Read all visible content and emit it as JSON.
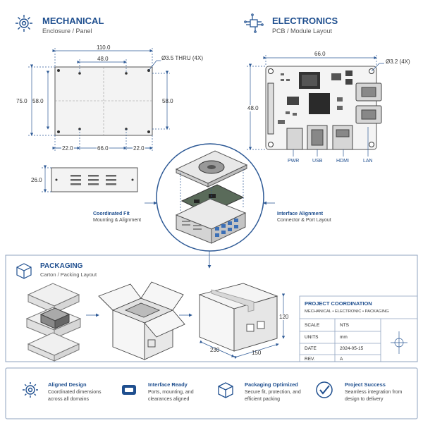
{
  "mechanical": {
    "title": "MECHANICAL",
    "subtitle": "Enclosure / Panel",
    "dims": {
      "width": "110.0",
      "hole_span": "48.0",
      "hole_note": "Ø3.5 THRU (4X)",
      "height": "75.0",
      "hole_height_left": "58.0",
      "hole_height_right": "58.0",
      "left_offset": "22.0",
      "center_span": "66.0",
      "right_offset": "22.0",
      "side_height": "26.0"
    }
  },
  "electronics": {
    "title": "ELECTRONICS",
    "subtitle": "PCB / Module Layout",
    "dims": {
      "width": "66.0",
      "hole_note": "Ø3.2 (4X)",
      "height": "48.0"
    },
    "ports": [
      "PWR",
      "USB",
      "HDMI",
      "LAN"
    ]
  },
  "callouts": {
    "fit_title": "Coordinated Fit",
    "fit_desc": "Mounting & Alignment",
    "iface_title": "Interface Alignment",
    "iface_desc": "Connector & Port Layout"
  },
  "packaging": {
    "title": "PACKAGING",
    "subtitle": "Carton / Packing Layout",
    "dims": {
      "height": "120",
      "length": "230",
      "width": "150"
    }
  },
  "title_block": {
    "heading": "PROJECT COORDINATION",
    "disciplines": "MECHANICAL • ELECTRONIC • PACKAGING",
    "rows": [
      {
        "label": "SCALE",
        "value": "NTS"
      },
      {
        "label": "UNITS",
        "value": "mm"
      },
      {
        "label": "DATE",
        "value": "2024-05-15"
      },
      {
        "label": "REV.",
        "value": "A"
      }
    ]
  },
  "footer": [
    {
      "icon": "gear-icon",
      "title": "Aligned Design",
      "desc": "Coordinated dimensions across all domains"
    },
    {
      "icon": "connector-icon",
      "title": "Interface Ready",
      "desc": "Ports, mounting, and clearances aligned"
    },
    {
      "icon": "cube-icon",
      "title": "Packaging Optimized",
      "desc": "Secure fit, protection, and efficient packing"
    },
    {
      "icon": "checkmark-icon",
      "title": "Project Success",
      "desc": "Seamless integration from design to delivery"
    }
  ],
  "colors": {
    "accent": "#1f4f8f",
    "line": "#2e5a96",
    "border": "#8fa3bf"
  }
}
